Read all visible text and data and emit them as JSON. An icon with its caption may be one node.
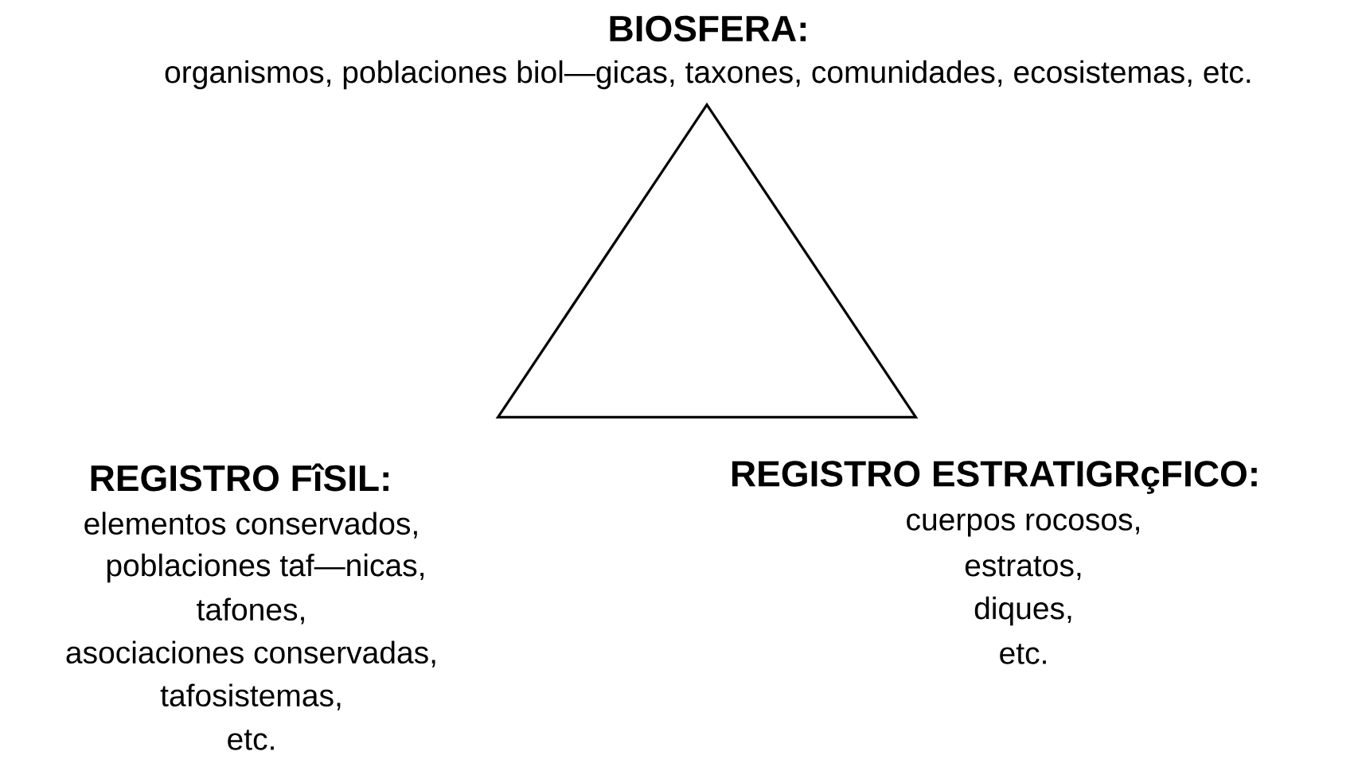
{
  "diagram": {
    "nodes": [
      {
        "text": [],
        "shape": "triangle"
      }
    ],
    "labels": [
      "BIOSFERA:",
      "organismos, poblaciones biol—gicas, taxones, comunidades, ecosistemas, etc.",
      "REGISTRO FîSIL:",
      "elementos conservados,",
      "poblaciones taf—nicas,",
      "tafones,",
      "asociaciones conservadas,",
      "tafosistemas,",
      "etc.",
      "REGISTRO ESTRATIGRçFICO:",
      "cuerpos rocosos,",
      "estratos,",
      "diques,",
      "etc."
    ]
  }
}
